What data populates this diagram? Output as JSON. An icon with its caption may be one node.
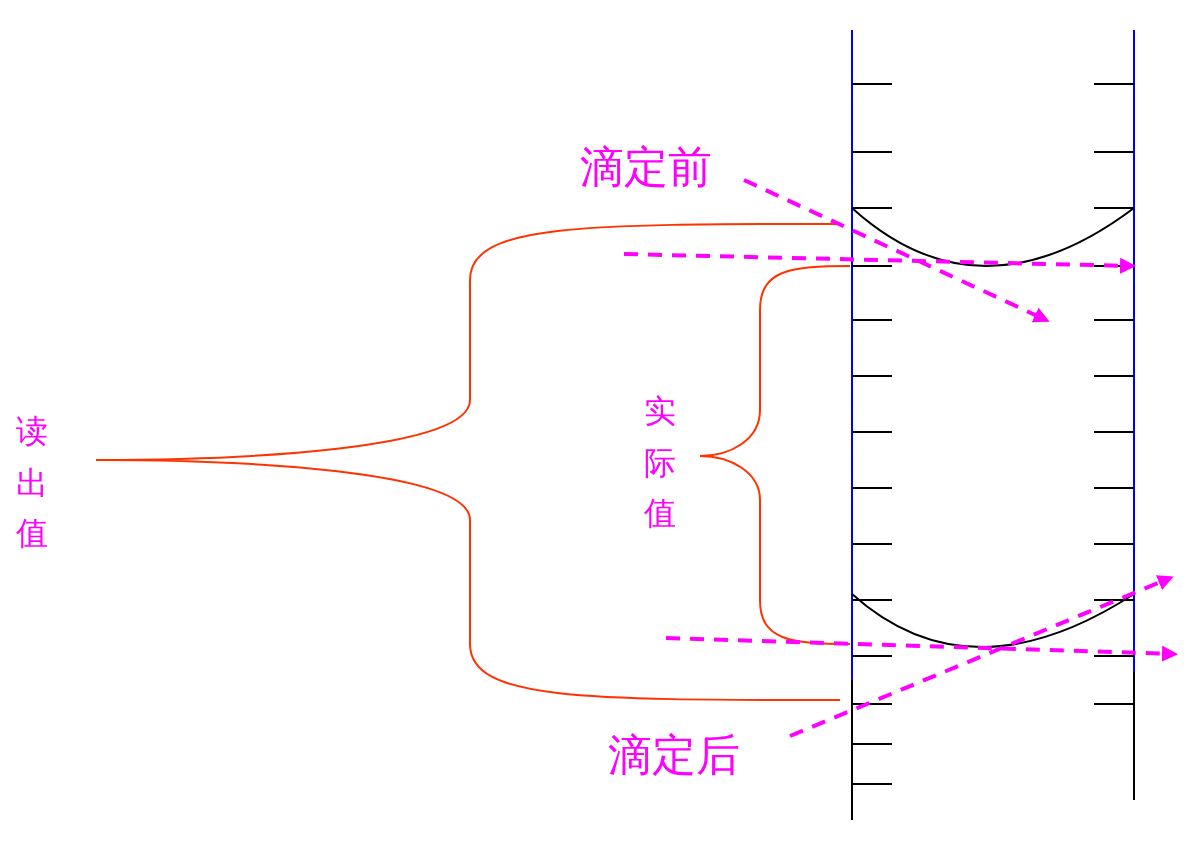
{
  "diagram": {
    "labels": [
      "滴定前",
      "读出值",
      "实际值",
      "滴定后"
    ]
  }
}
